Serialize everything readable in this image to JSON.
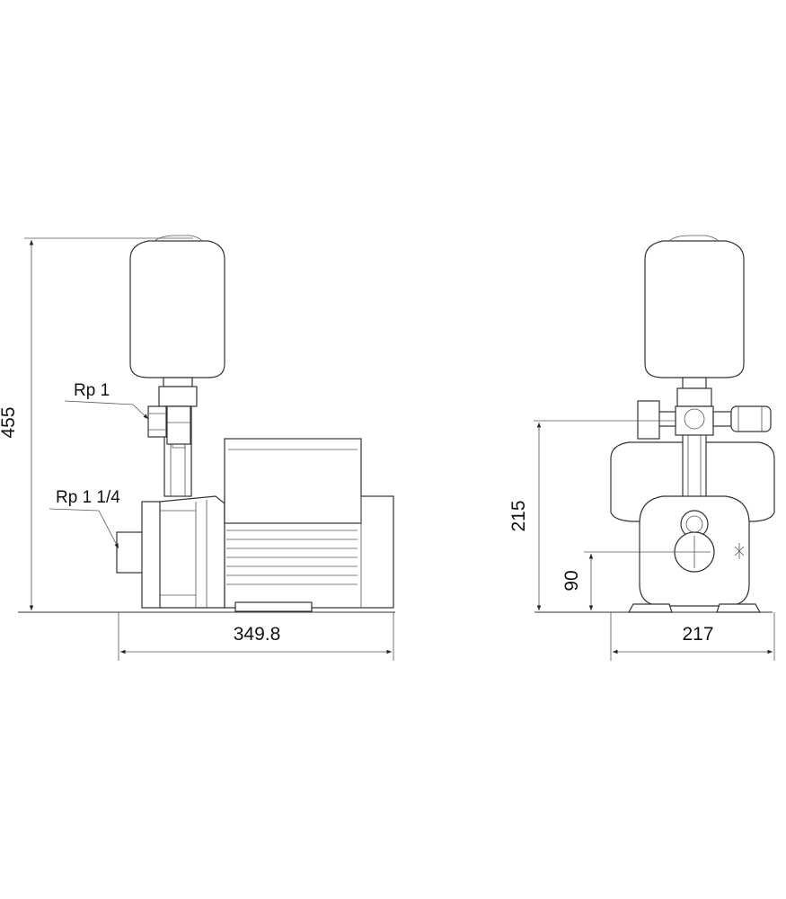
{
  "dimensions": {
    "overall_height": "455",
    "side_width": "349.8",
    "outlet_height": "215",
    "inlet_height": "90",
    "front_width": "217"
  },
  "connections": {
    "outlet": "Rp 1",
    "inlet": "Rp 1 1/4"
  },
  "colors": {
    "line": "#333333",
    "text": "#111111",
    "background": "#ffffff"
  }
}
